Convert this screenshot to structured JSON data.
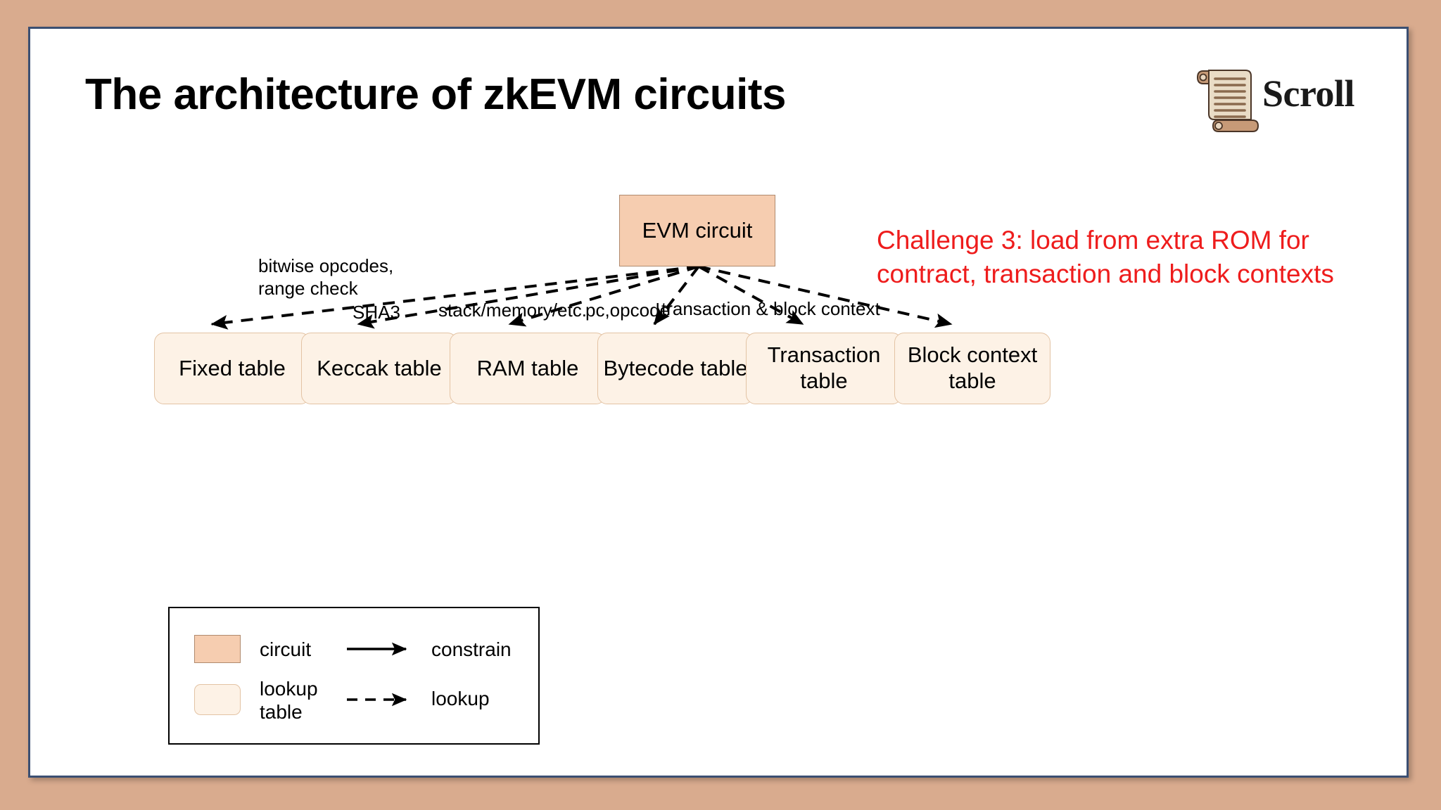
{
  "slide": {
    "title": "The architecture of zkEVM circuits",
    "brand": {
      "name": "Scroll",
      "logo_icon": "scroll-parchment-icon"
    },
    "background_color": "#d9ab8e",
    "slide_color": "#ffffff",
    "border_color": "#3b4f72"
  },
  "callout": {
    "text": "Challenge 3: load from extra ROM for\ncontract, transaction and block contexts",
    "color": "#ee1c1c"
  },
  "diagram": {
    "circuit": {
      "label": "EVM circuit",
      "fill": "#f6cdb0",
      "stroke": "#b08a6e"
    },
    "tables": [
      {
        "label": "Fixed table"
      },
      {
        "label": "Keccak table"
      },
      {
        "label": "RAM table"
      },
      {
        "label": "Bytecode\ntable"
      },
      {
        "label": "Transaction\ntable"
      },
      {
        "label": "Block context\ntable"
      }
    ],
    "table_style": {
      "fill": "#fdf2e6",
      "stroke": "#e3c3a4"
    },
    "edge_labels": [
      {
        "text": "bitwise opcodes,\nrange check"
      },
      {
        "text": "SHA3"
      },
      {
        "text": "stack/memory/etc."
      },
      {
        "text": "pc,opcode"
      },
      {
        "text": "transaction & block context"
      }
    ]
  },
  "legend": {
    "circuit_label": "circuit",
    "table_label": "lookup\ntable",
    "constrain_label": "constrain",
    "lookup_label": "lookup"
  }
}
